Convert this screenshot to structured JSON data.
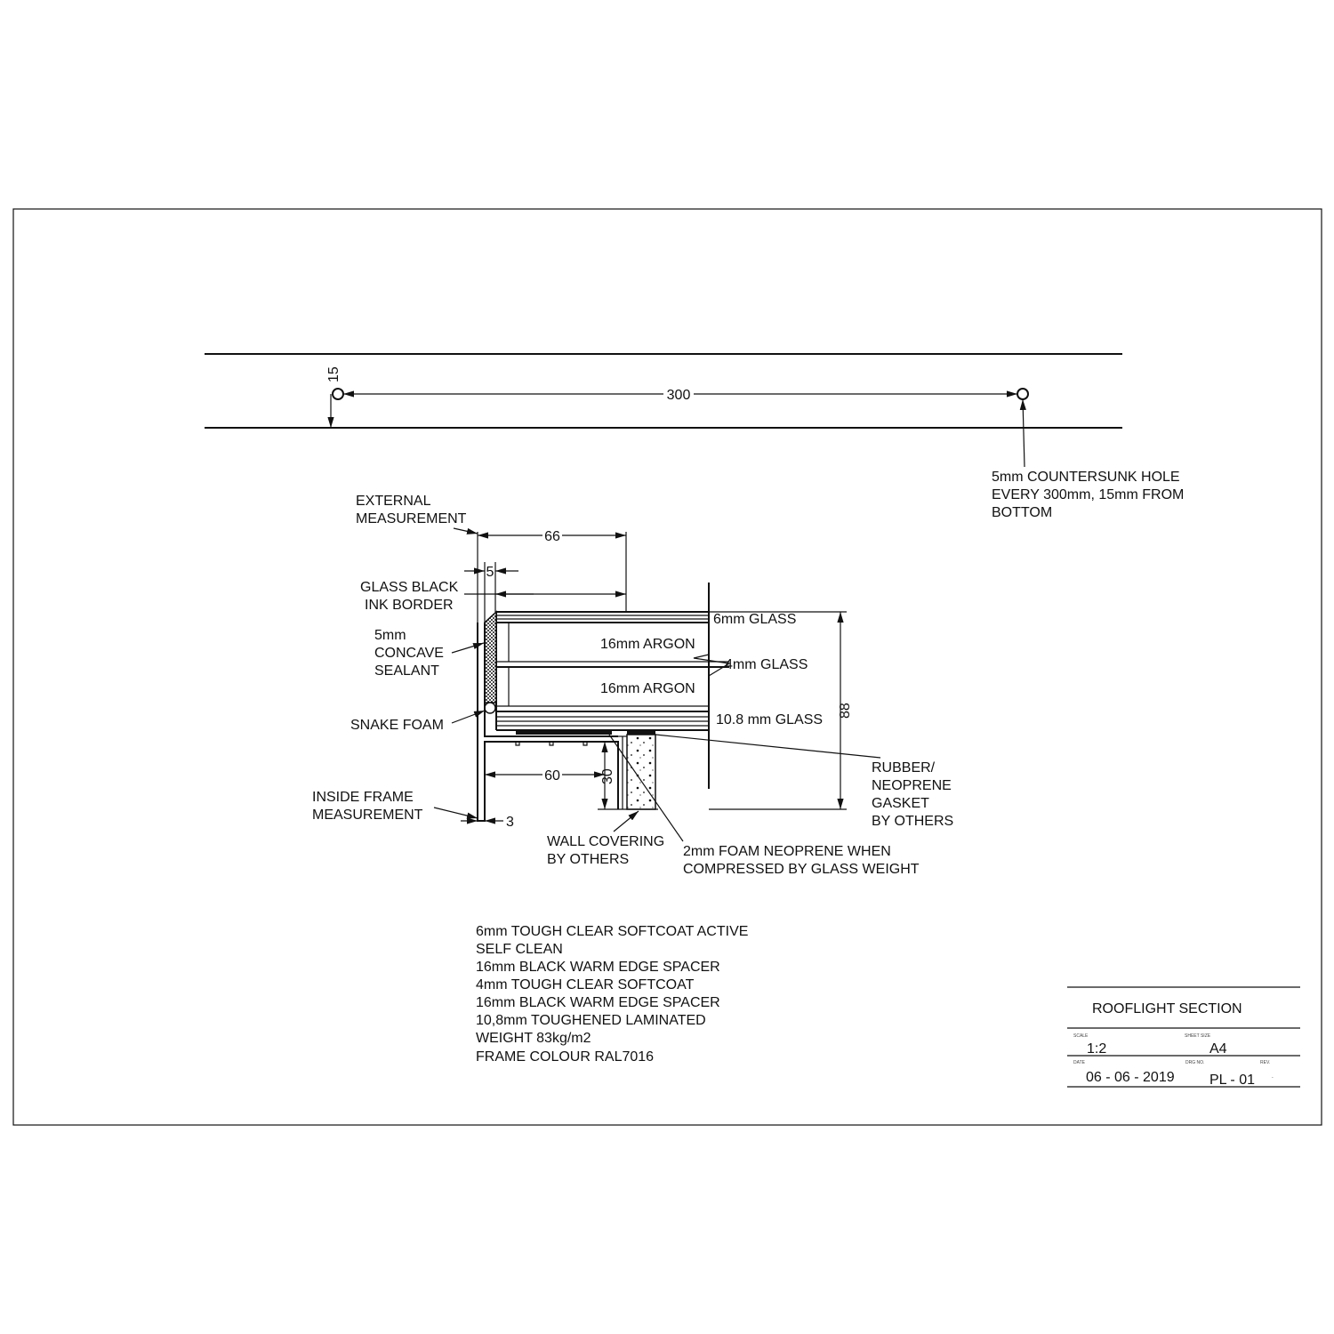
{
  "plan": {
    "dim_spacing": "300",
    "dim_edge": "15"
  },
  "hole_note": [
    "5mm COUNTERSUNK HOLE",
    "EVERY 300mm, 15mm FROM",
    "BOTTOM"
  ],
  "labels": {
    "external": [
      "EXTERNAL",
      "MEASUREMENT"
    ],
    "ink_border": [
      "GLASS BLACK",
      "INK BORDER"
    ],
    "sealant": [
      "5mm",
      "CONCAVE",
      "SEALANT"
    ],
    "snake_foam": "SNAKE FOAM",
    "inside_frame": [
      "INSIDE FRAME",
      "MEASUREMENT"
    ],
    "wall_covering": [
      "WALL COVERING",
      "BY OTHERS"
    ],
    "foam_neoprene": [
      "2mm FOAM NEOPRENE WHEN",
      "COMPRESSED BY GLASS WEIGHT"
    ],
    "gasket": [
      "RUBBER/",
      "NEOPRENE",
      "GASKET",
      "BY OTHERS"
    ],
    "glass_6": "6mm GLASS",
    "argon_1": "16mm ARGON",
    "glass_4": "4mm GLASS",
    "argon_2": "16mm ARGON",
    "glass_108": "10.8 mm GLASS"
  },
  "dims": {
    "d66": "66",
    "d5": "5",
    "d60": "60",
    "d30": "30",
    "d3": "3",
    "d88": "88"
  },
  "spec": [
    "6mm TOUGH CLEAR SOFTCOAT ACTIVE",
    "SELF CLEAN",
    "16mm BLACK WARM EDGE SPACER",
    "4mm TOUGH CLEAR SOFTCOAT",
    "16mm BLACK WARM EDGE SPACER",
    "10,8mm TOUGHENED LAMINATED",
    "WEIGHT 83kg/m2",
    "FRAME COLOUR RAL7016"
  ],
  "title_block": {
    "title": "ROOFLIGHT SECTION",
    "scale_label": "SCALE",
    "scale": "1:2",
    "sheet_label": "SHEET SIZE",
    "sheet": "A4",
    "date_label": "DATE",
    "date": "06 - 06 - 2019",
    "drg_label": "DRG NO.",
    "drg": "PL - 01",
    "rev_label": "REV.",
    "rev": "-"
  }
}
